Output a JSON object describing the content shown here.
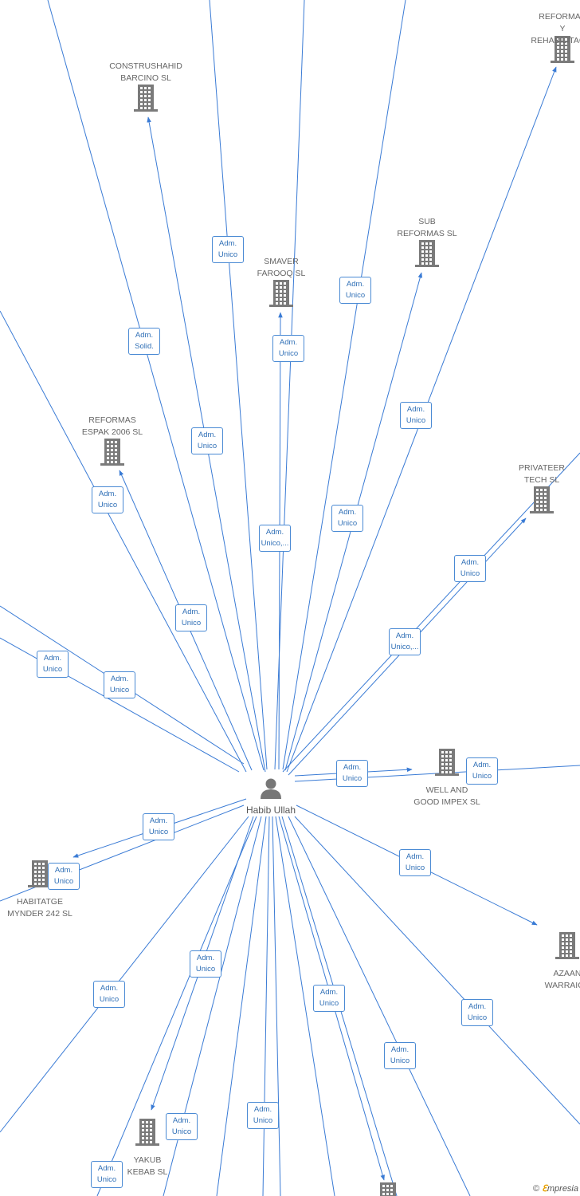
{
  "center": {
    "label": "Habib Ullah"
  },
  "companies": [
    {
      "id": "construshahid",
      "label": "CONSTRUSHAHID\nBARCINO SL"
    },
    {
      "id": "reformas-rehab",
      "label": "REFORMAS\nY\nREHABILITACIO"
    },
    {
      "id": "smaver",
      "label": "SMAVER\nFAROOQ SL"
    },
    {
      "id": "sub-reformas",
      "label": "SUB\nREFORMAS SL"
    },
    {
      "id": "reformas-espak",
      "label": "REFORMAS\nESPAK 2006 SL"
    },
    {
      "id": "privateer",
      "label": "PRIVATEER\nTECH  SL"
    },
    {
      "id": "well-good",
      "label": "WELL AND\nGOOD IMPEX SL"
    },
    {
      "id": "habitatge",
      "label": "HABITATGE\nMYNDER 242 SL"
    },
    {
      "id": "azaan",
      "label": "AZAAN\nWARRAICH"
    },
    {
      "id": "yakub",
      "label": "YAKUB\nKEBAB  SL"
    },
    {
      "id": "bottom",
      "label": ""
    }
  ],
  "edge_labels": [
    "Adm.\nUnico",
    "Adm.\nSolid.",
    "Adm.\nUnico",
    "Adm.\nUnico",
    "Adm.\nUnico",
    "Adm.\nUnico,...",
    "Adm.\nUnico",
    "Adm.\nUnico",
    "Adm.\nUnico",
    "Adm.\nUnico",
    "Adm.\nUnico",
    "Adm.\nUnico,...",
    "Adm.\nUnico",
    "Adm.\nUnico",
    "Adm.\nUnico",
    "Adm.\nUnico",
    "Adm.\nUnico",
    "Adm.\nUnico",
    "Adm.\nUnico",
    "Adm.\nUnico",
    "Adm.\nUnico",
    "Adm.\nUnico",
    "Adm.\nUnico",
    "Adm.\nUnico",
    "Adm.\nUnico",
    "Adm.\nUnico",
    "Adm.\nUnico"
  ],
  "brand": {
    "symbol": "©",
    "e": "ℇ",
    "name": "mpresia"
  },
  "colors": {
    "edge": "#3a7bd5",
    "icon": "#7a7a7a"
  }
}
